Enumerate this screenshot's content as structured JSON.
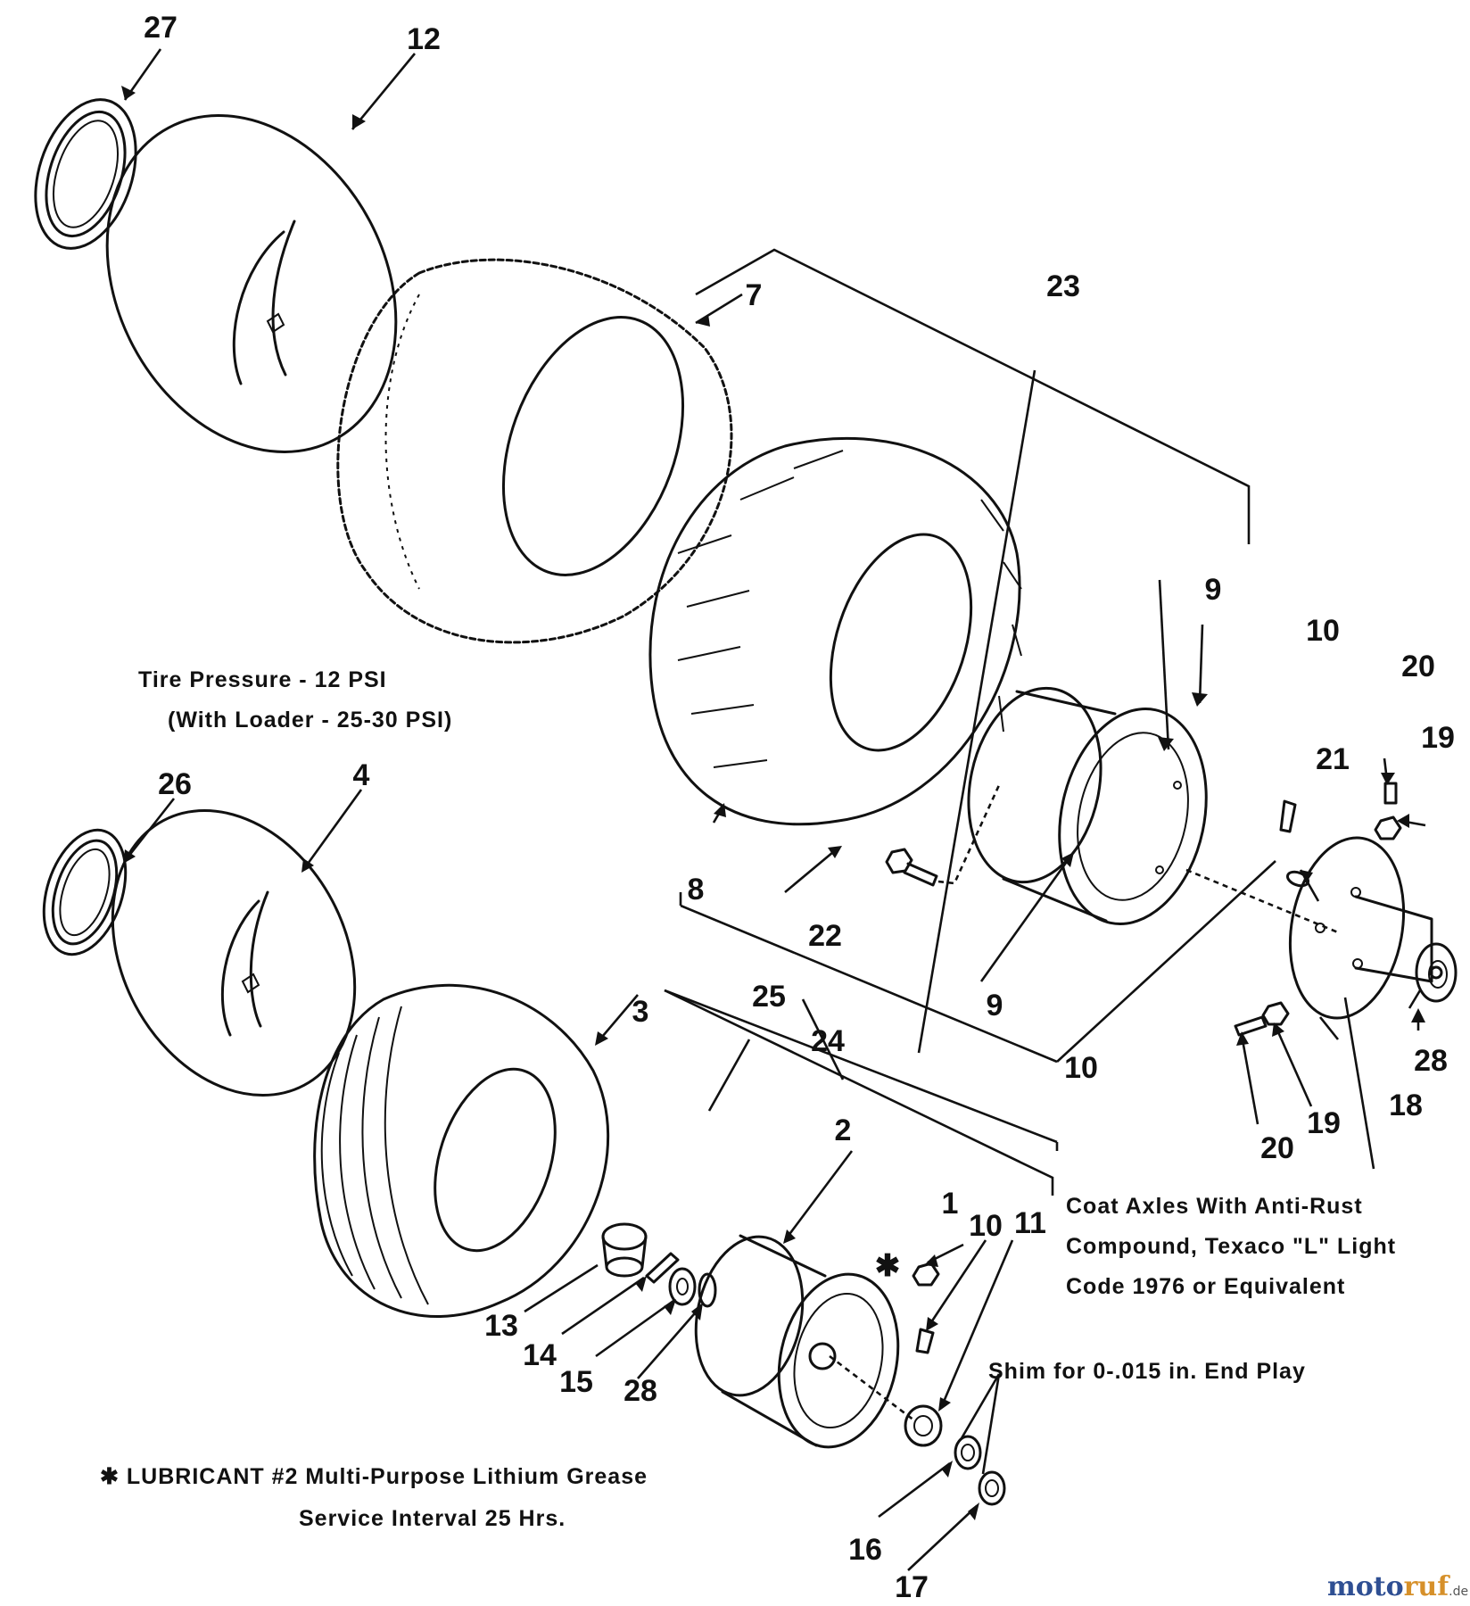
{
  "callouts": {
    "c27": "27",
    "c12": "12",
    "c7": "7",
    "c23": "23",
    "c9a": "9",
    "c10a": "10",
    "c20a": "20",
    "c19a": "19",
    "c21": "21",
    "c26": "26",
    "c4": "4",
    "c8": "8",
    "c22": "22",
    "c9b": "9",
    "c25": "25",
    "c24": "24",
    "c3": "3",
    "c10b": "10",
    "c28a": "28",
    "c18": "18",
    "c19b": "19",
    "c20b": "20",
    "c2": "2",
    "c1": "1",
    "c10c": "10",
    "c11": "11",
    "c13": "13",
    "c14": "14",
    "c15": "15",
    "c28b": "28",
    "c16": "16",
    "c17": "17"
  },
  "notes": {
    "tire_pressure_1": "Tire Pressure  -  12 PSI",
    "tire_pressure_2": "(With Loader  -  25-30 PSI)",
    "coat_1": "Coat Axles With Anti-Rust",
    "coat_2": "Compound, Texaco \"L\" Light",
    "coat_3": "Code 1976 or Equivalent",
    "shim": "Shim  for 0-.015 in. End Play",
    "lubricant_1": "✱ LUBRICANT #2 Multi-Purpose Lithium Grease",
    "lubricant_2": "Service Interval 25 Hrs."
  },
  "asterisk": "✱",
  "watermark": {
    "brand_a": "moto",
    "brand_b": "ruf",
    "suffix": ".de"
  }
}
